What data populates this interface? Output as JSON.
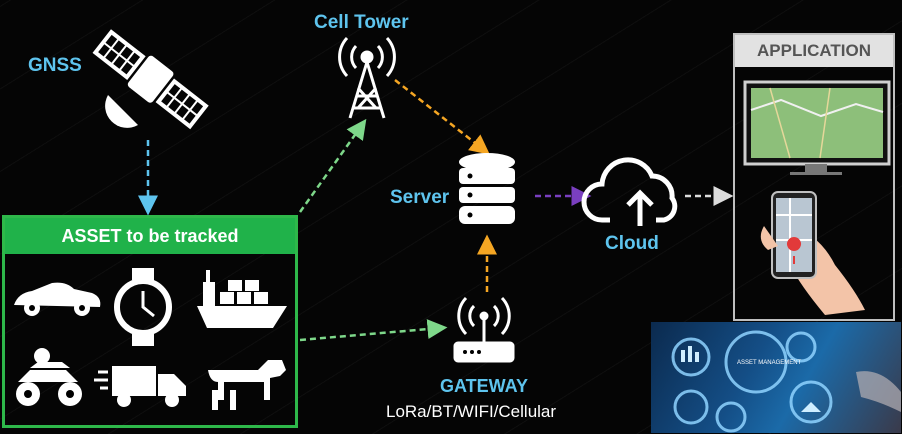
{
  "labels": {
    "gnss": "GNSS",
    "cell_tower": "Cell Tower",
    "server": "Server",
    "cloud": "Cloud",
    "gateway": "GATEWAY",
    "gateway_sub": "LoRa/BT/WIFI/Cellular",
    "asset_box": "ASSET to be tracked",
    "application": "APPLICATION"
  },
  "photo": {
    "text": "ASSET MANAGEMENT"
  },
  "icons": {
    "assets": [
      "car-icon",
      "watch-icon",
      "ship-icon",
      "atv-icon",
      "truck-icon",
      "cow-icon"
    ],
    "others": [
      "satellite-icon",
      "cell-tower-icon",
      "server-icon",
      "cloud-upload-icon",
      "router-icon",
      "monitor-icon",
      "smartphone-icon"
    ]
  },
  "colors": {
    "label_blue": "#5ec4ee",
    "asset_green": "#20b24a",
    "arrow_blue": "#5ec4ee",
    "arrow_green": "#7ed88a",
    "arrow_orange": "#f5a623",
    "arrow_purple": "#7a3fc0",
    "arrow_white": "#dcdcdc"
  }
}
